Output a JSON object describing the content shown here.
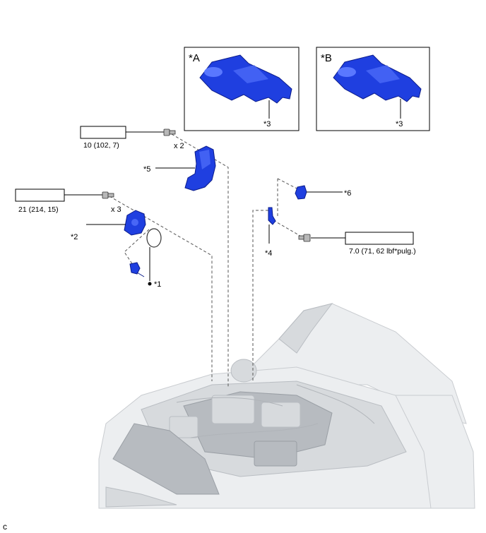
{
  "diagram": {
    "inset_a": {
      "label": "*A",
      "callout": "*3"
    },
    "inset_b": {
      "label": "*B",
      "callout": "*3"
    },
    "torque_1": {
      "value": "10 (102, 7)",
      "qty": "x 2"
    },
    "torque_2": {
      "value": "21 (214, 15)",
      "qty": "x 3"
    },
    "torque_3": {
      "value": "7.0 (71, 62 lbf*pulg.)"
    },
    "callouts": {
      "c1": "*1",
      "c2": "*2",
      "c4": "*4",
      "c5": "*5",
      "c6": "*6"
    },
    "corner_letter": "c"
  }
}
